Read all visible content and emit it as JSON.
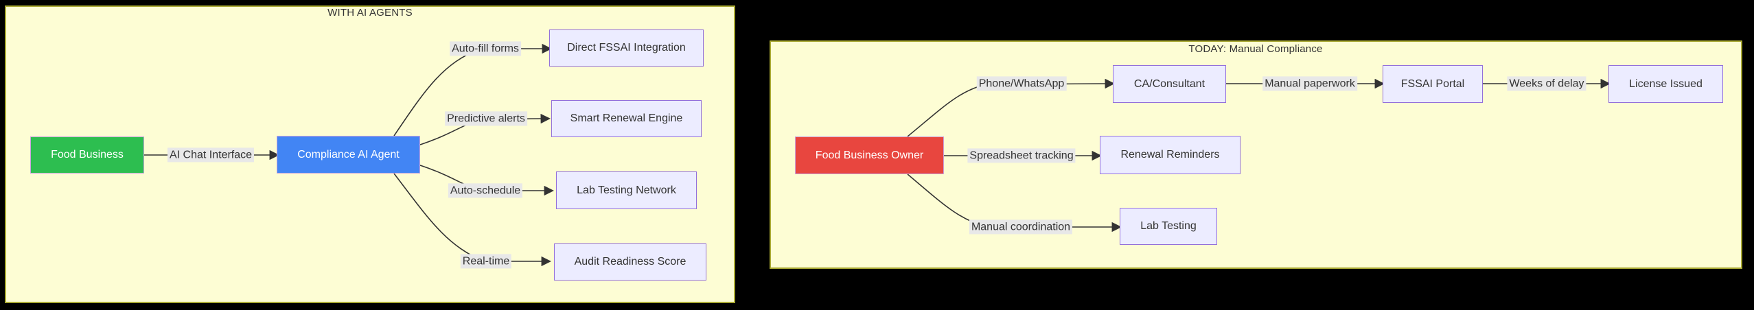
{
  "diagram": {
    "with_ai": {
      "title": "WITH AI AGENTS",
      "nodes": {
        "food_business": "Food Business",
        "compliance_ai_agent": "Compliance AI Agent",
        "direct_fssai_integration": "Direct FSSAI Integration",
        "smart_renewal_engine": "Smart Renewal Engine",
        "lab_testing_network": "Lab Testing Network",
        "audit_readiness_score": "Audit Readiness Score"
      },
      "edge_labels": {
        "ai_chat_interface": "AI Chat Interface",
        "auto_fill_forms": "Auto-fill forms",
        "predictive_alerts": "Predictive alerts",
        "auto_schedule": "Auto-schedule",
        "real_time": "Real-time"
      }
    },
    "manual": {
      "title": "TODAY: Manual Compliance",
      "nodes": {
        "food_business_owner": "Food Business Owner",
        "ca_consultant": "CA/Consultant",
        "fssai_portal": "FSSAI Portal",
        "license_issued": "License Issued",
        "renewal_reminders": "Renewal Reminders",
        "lab_testing": "Lab Testing"
      },
      "edge_labels": {
        "phone_whatsapp": "Phone/WhatsApp",
        "manual_paperwork": "Manual paperwork",
        "weeks_of_delay": "Weeks of delay",
        "spreadsheet_tracking": "Spreadsheet tracking",
        "manual_coordination": "Manual coordination"
      }
    },
    "colors": {
      "panel_background": "#fdfdd4",
      "panel_border": "#aaaa33",
      "node_fill": "#ececff",
      "node_border": "#9370db",
      "green_node": "#2dbe50",
      "blue_node": "#4285f4",
      "red_node": "#e8463f",
      "edge_label_background": "#e8e8e8",
      "edge_stroke": "#333333",
      "text": "#333333",
      "page_background": "#000000"
    }
  }
}
